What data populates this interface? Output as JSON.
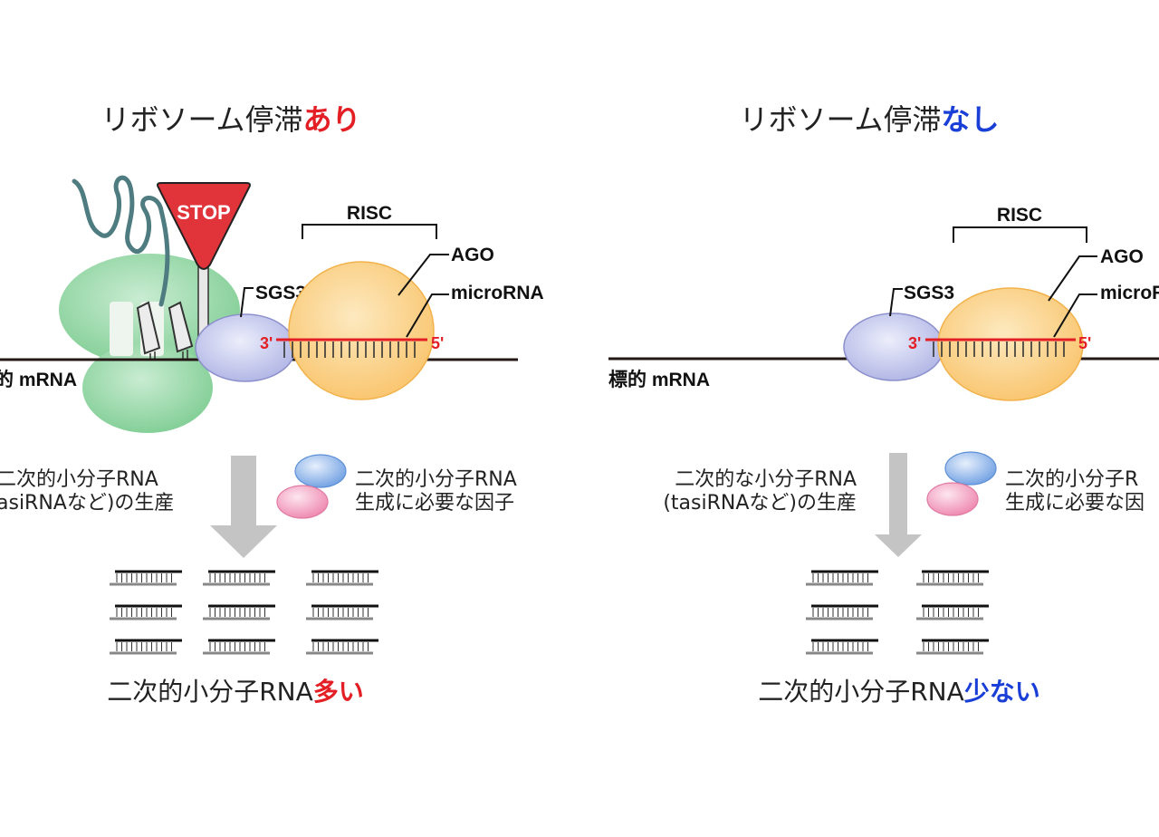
{
  "left_panel": {
    "title_prefix": "リボソーム停滞",
    "title_emphasis": "あり",
    "emphasis_color": "#e31e24",
    "stop_sign": "STOP",
    "risc_label": "RISC",
    "ago_label": "AGO",
    "microrna_label": "microRNA",
    "sgs3_label": "SGS3",
    "three_prime": "3'",
    "five_prime": "5'",
    "mrna_label": "的 mRNA",
    "production_line1": "二次的小分子RNA",
    "production_line2": "asiRNAなど)の生産",
    "factor_line1": "二次的小分子RNA",
    "factor_line2": "生成に必要な因子",
    "result_prefix": "二次的小分子RNA",
    "result_emphasis": "多い",
    "duplex_count": 9
  },
  "right_panel": {
    "title_prefix": "リボソーム停滞",
    "title_emphasis": "なし",
    "emphasis_color": "#1a3fd6",
    "risc_label": "RISC",
    "ago_label": "AGO",
    "microrna_label": "microR",
    "sgs3_label": "SGS3",
    "three_prime": "3'",
    "five_prime": "5'",
    "mrna_label": "標的 mRNA",
    "production_line1": "二次的な小分子RNA",
    "production_line2": "(tasiRNAなど)の生産",
    "factor_line1": "二次的小分子R",
    "factor_line2": "生成に必要な因",
    "result_prefix": "二次的小分子RNA",
    "result_emphasis": "少ない",
    "duplex_count": 6
  },
  "colors": {
    "ribosome": "#8fd3a0",
    "sgs3": "#c5c8ec",
    "ago": "#fbd38d",
    "microrna": "#e31e24",
    "stop_sign": "#e0333a",
    "nascent_peptide": "#4e7c80",
    "arrow": "#c4c4c4",
    "factor_blue": "#8fb6ea",
    "factor_pink": "#f5a6c4"
  }
}
